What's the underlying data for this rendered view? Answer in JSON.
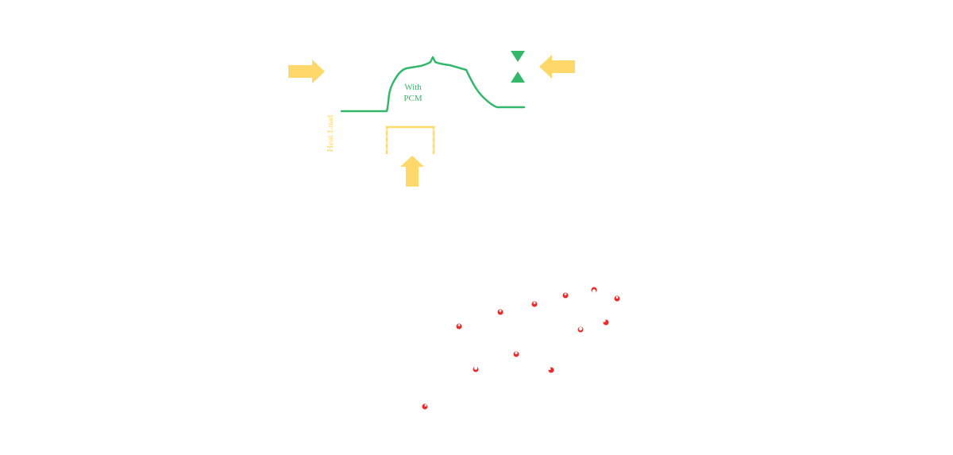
{
  "labels": {
    "pcm_line1": "With",
    "pcm_line2": "PCM",
    "heat_load": "Heat Load"
  },
  "colors": {
    "temperature_curve": "#33b86b",
    "heat_load_curve": "#ffd86b",
    "arrows": "#ffd86b",
    "markers": "#33b86b",
    "scatter_points": "#ee2a2a"
  },
  "icons": {
    "left_arrow": "arrow-right-icon",
    "right_arrow": "arrow-left-icon",
    "bottom_arrow": "arrow-up-icon",
    "marker_top": "triangle-down-icon",
    "marker_bottom": "triangle-up-icon"
  }
}
